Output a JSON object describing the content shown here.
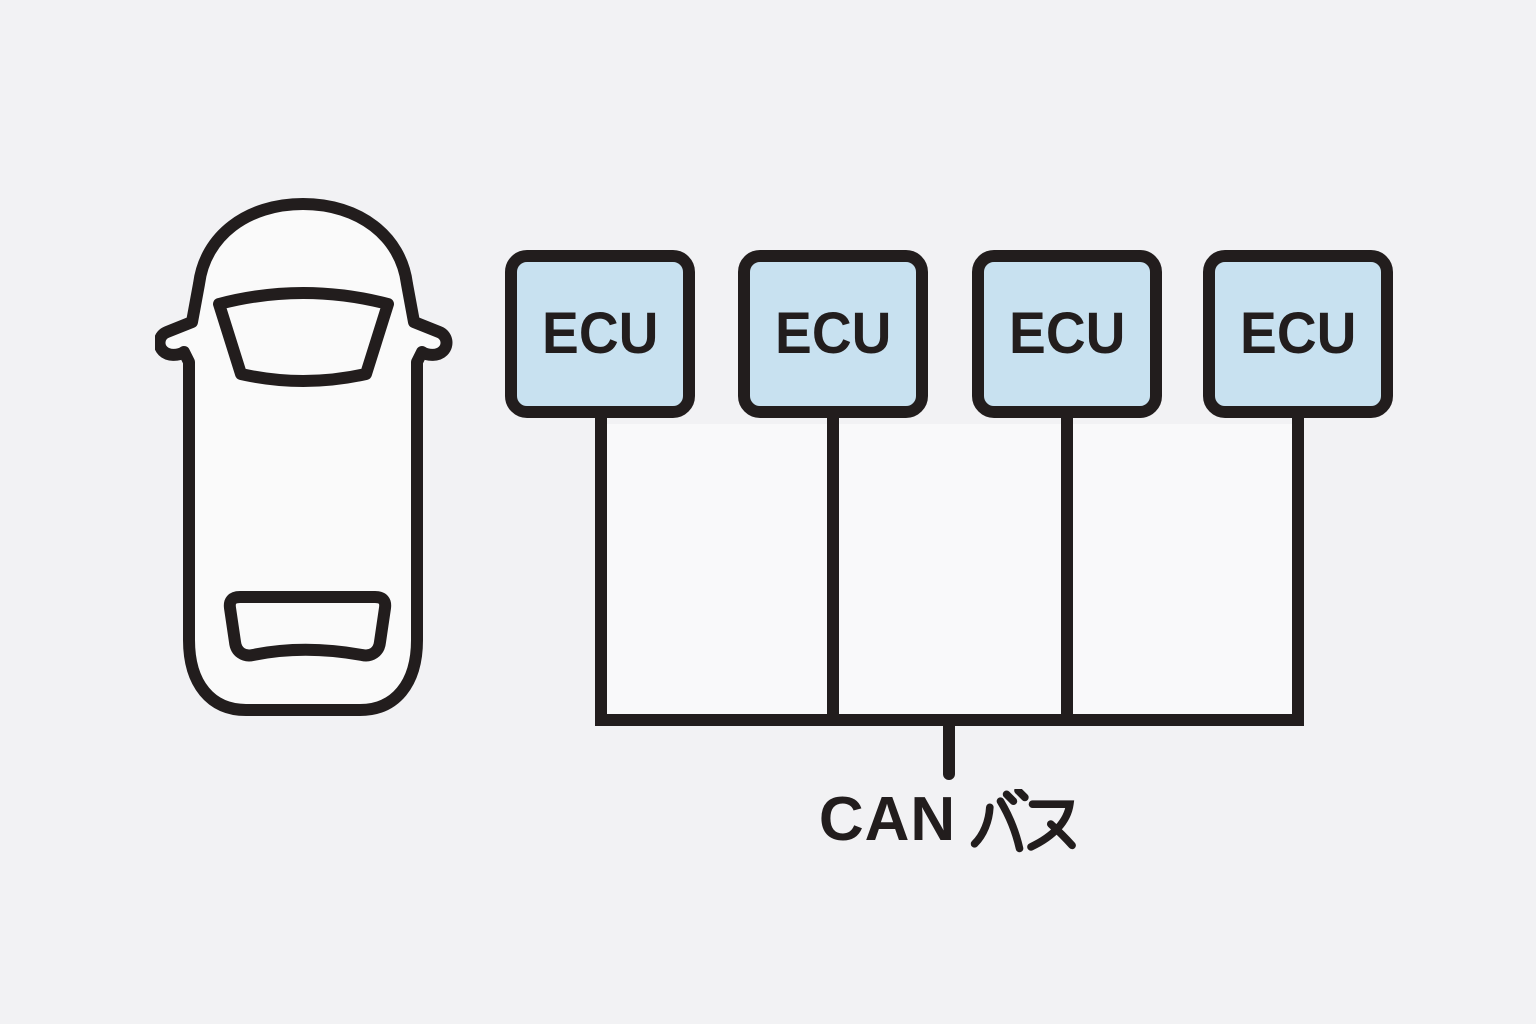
{
  "colors": {
    "background": "#f2f2f4",
    "line": "#221d1d",
    "node_fill": "#c8e1f0",
    "enclosed_panel": "#f9f9fa"
  },
  "icons": {
    "car": "car-top-view"
  },
  "nodes": [
    {
      "label": "ECU"
    },
    {
      "label": "ECU"
    },
    {
      "label": "ECU"
    },
    {
      "label": "ECU"
    }
  ],
  "bus": {
    "label": "CAN バス",
    "label_latin": "CAN",
    "label_kana": "バス"
  }
}
